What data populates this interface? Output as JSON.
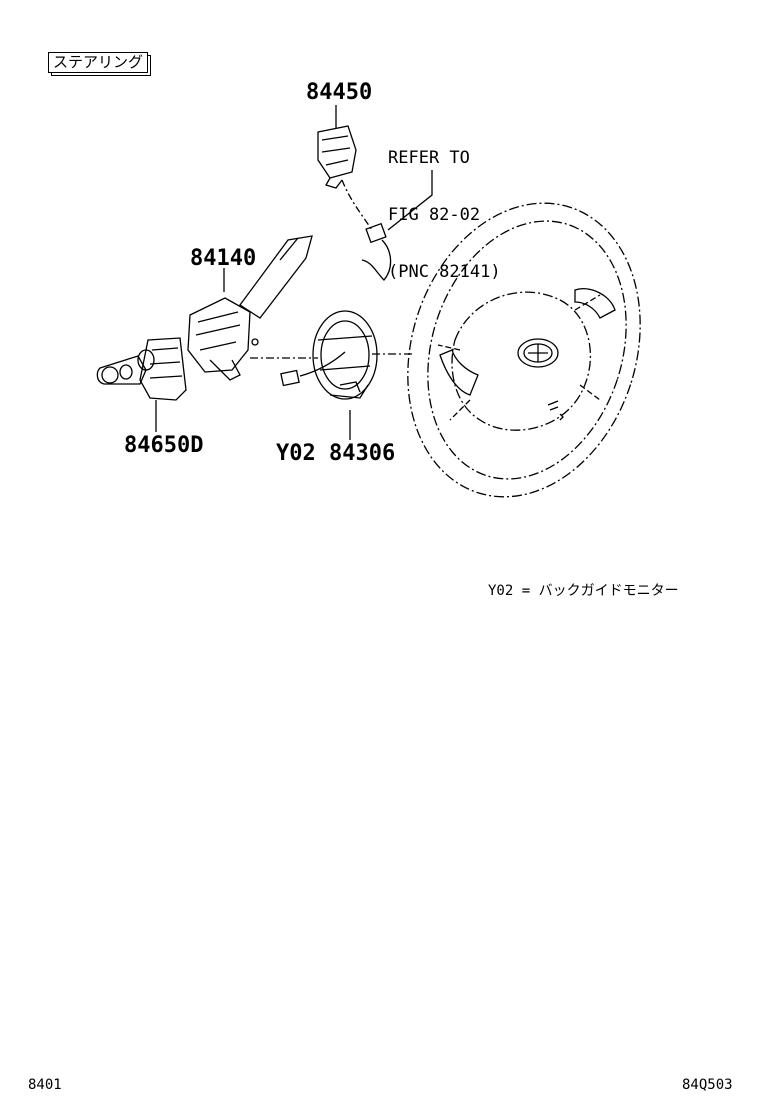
{
  "section_title": "ステアリング",
  "refer_note": {
    "line1": "REFER TO",
    "line2": "FIG 82-02",
    "line3": "(PNC 82141)"
  },
  "parts": {
    "p84450": "84450",
    "p84140": "84140",
    "p84650d": "84650D",
    "p84306": "Y02 84306"
  },
  "legend": "Y02 = バックガイドモニター",
  "footer": {
    "left_code": "8401",
    "right_code": "84Q503"
  }
}
